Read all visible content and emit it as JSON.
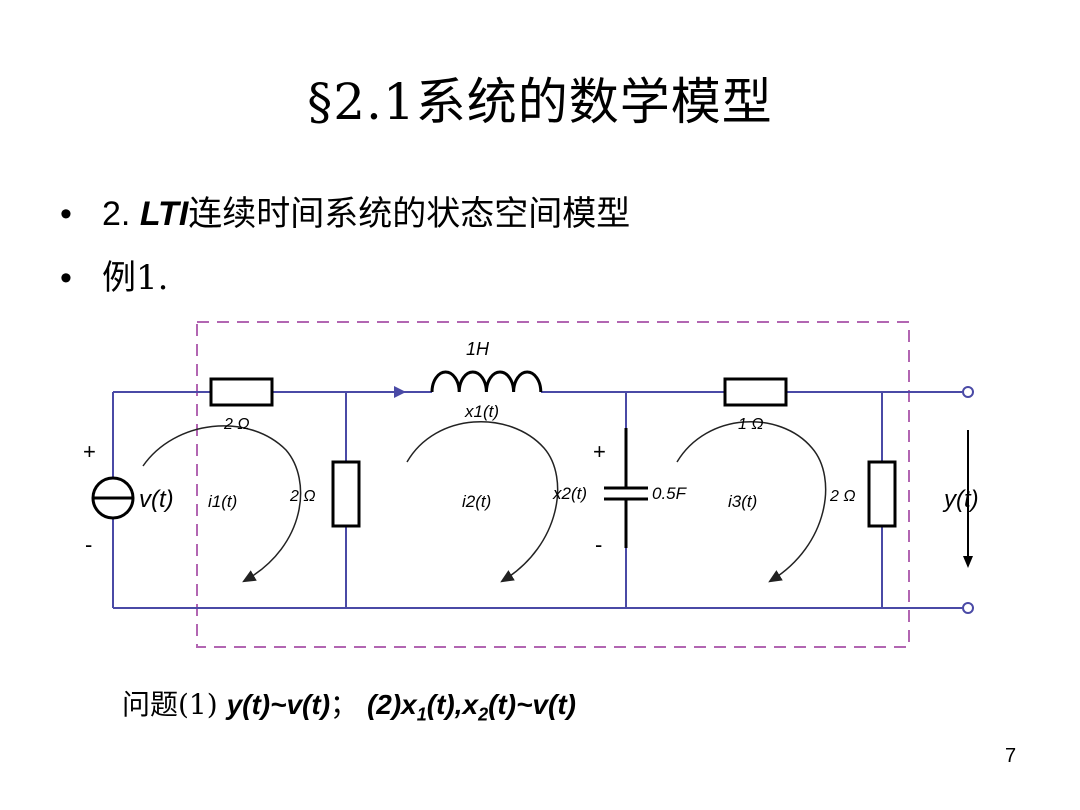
{
  "slide": {
    "title": "§2.1系统的数学模型",
    "bullets": [
      {
        "num": "2. ",
        "em": "LTI",
        "rest": "连续时间系统的状态空间模型"
      },
      {
        "text": "例1."
      }
    ],
    "page_number": "7"
  },
  "circuit": {
    "inductor_label": "1H",
    "inductor_current": "x1(t)",
    "r1_label": "2 Ω",
    "r2_label": "2 Ω",
    "r3_label": "1 Ω",
    "r4_label": "2 Ω",
    "source_label": "v(t)",
    "source_plus": "+",
    "source_minus": "-",
    "capacitor_voltage": "x2(t)",
    "capacitor_value": "0.5F",
    "cap_plus": "+",
    "cap_minus": "-",
    "loop1": "i1(t)",
    "loop2": "i2(t)",
    "loop3": "i3(t)",
    "output_label": "y(t)",
    "colors": {
      "wire": "#4a4aa6",
      "box": "#b266b2",
      "component": "#000000"
    }
  },
  "question": {
    "prefix": "问题(1) ",
    "part1": "y(t)~v(t)",
    "sep": "；  ",
    "part2a": "(2)x",
    "sub1": "1",
    "part2b": "(t),x",
    "sub2": "2",
    "part2c": "(t)~v(t)"
  }
}
